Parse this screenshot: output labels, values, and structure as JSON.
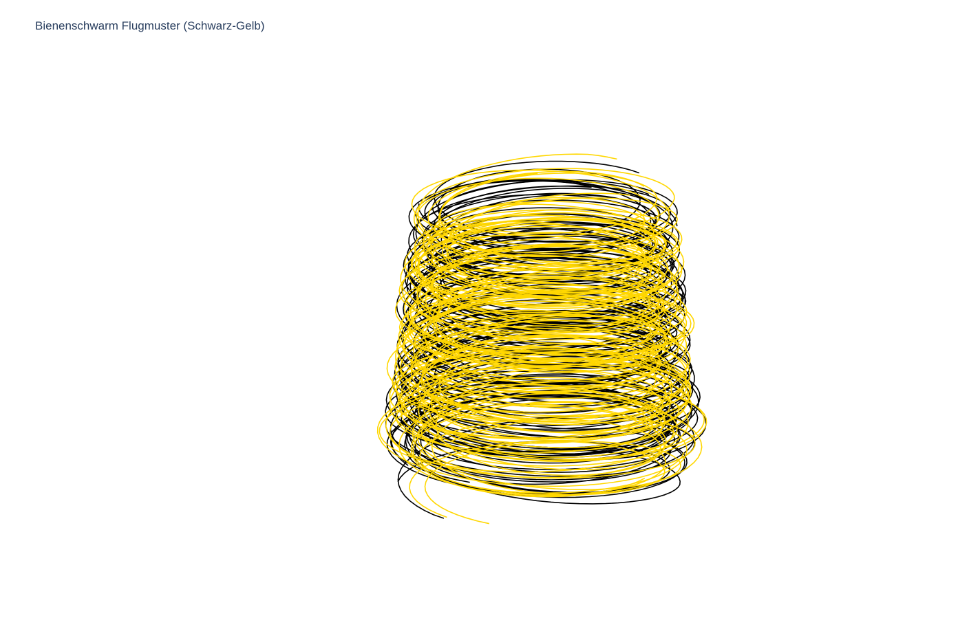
{
  "chart_data": {
    "type": "line",
    "title": "Bienenschwarm Flugmuster (Schwarz-Gelb)",
    "subtitle": "",
    "xlabel": "",
    "ylabel": "",
    "zlabel": "",
    "projection": "3d",
    "axes_visible": false,
    "grid": false,
    "legend": "none",
    "colors": {
      "series_a": "#000000",
      "series_b": "#FFD700",
      "title_text": "#2a3f5f",
      "background": "#ffffff"
    },
    "series": [
      {
        "color": "#000000",
        "trajectories": 10,
        "loops_per_trajectory": 10
      },
      {
        "color": "#FFD700",
        "trajectories": 10,
        "loops_per_trajectory": 10
      }
    ]
  }
}
